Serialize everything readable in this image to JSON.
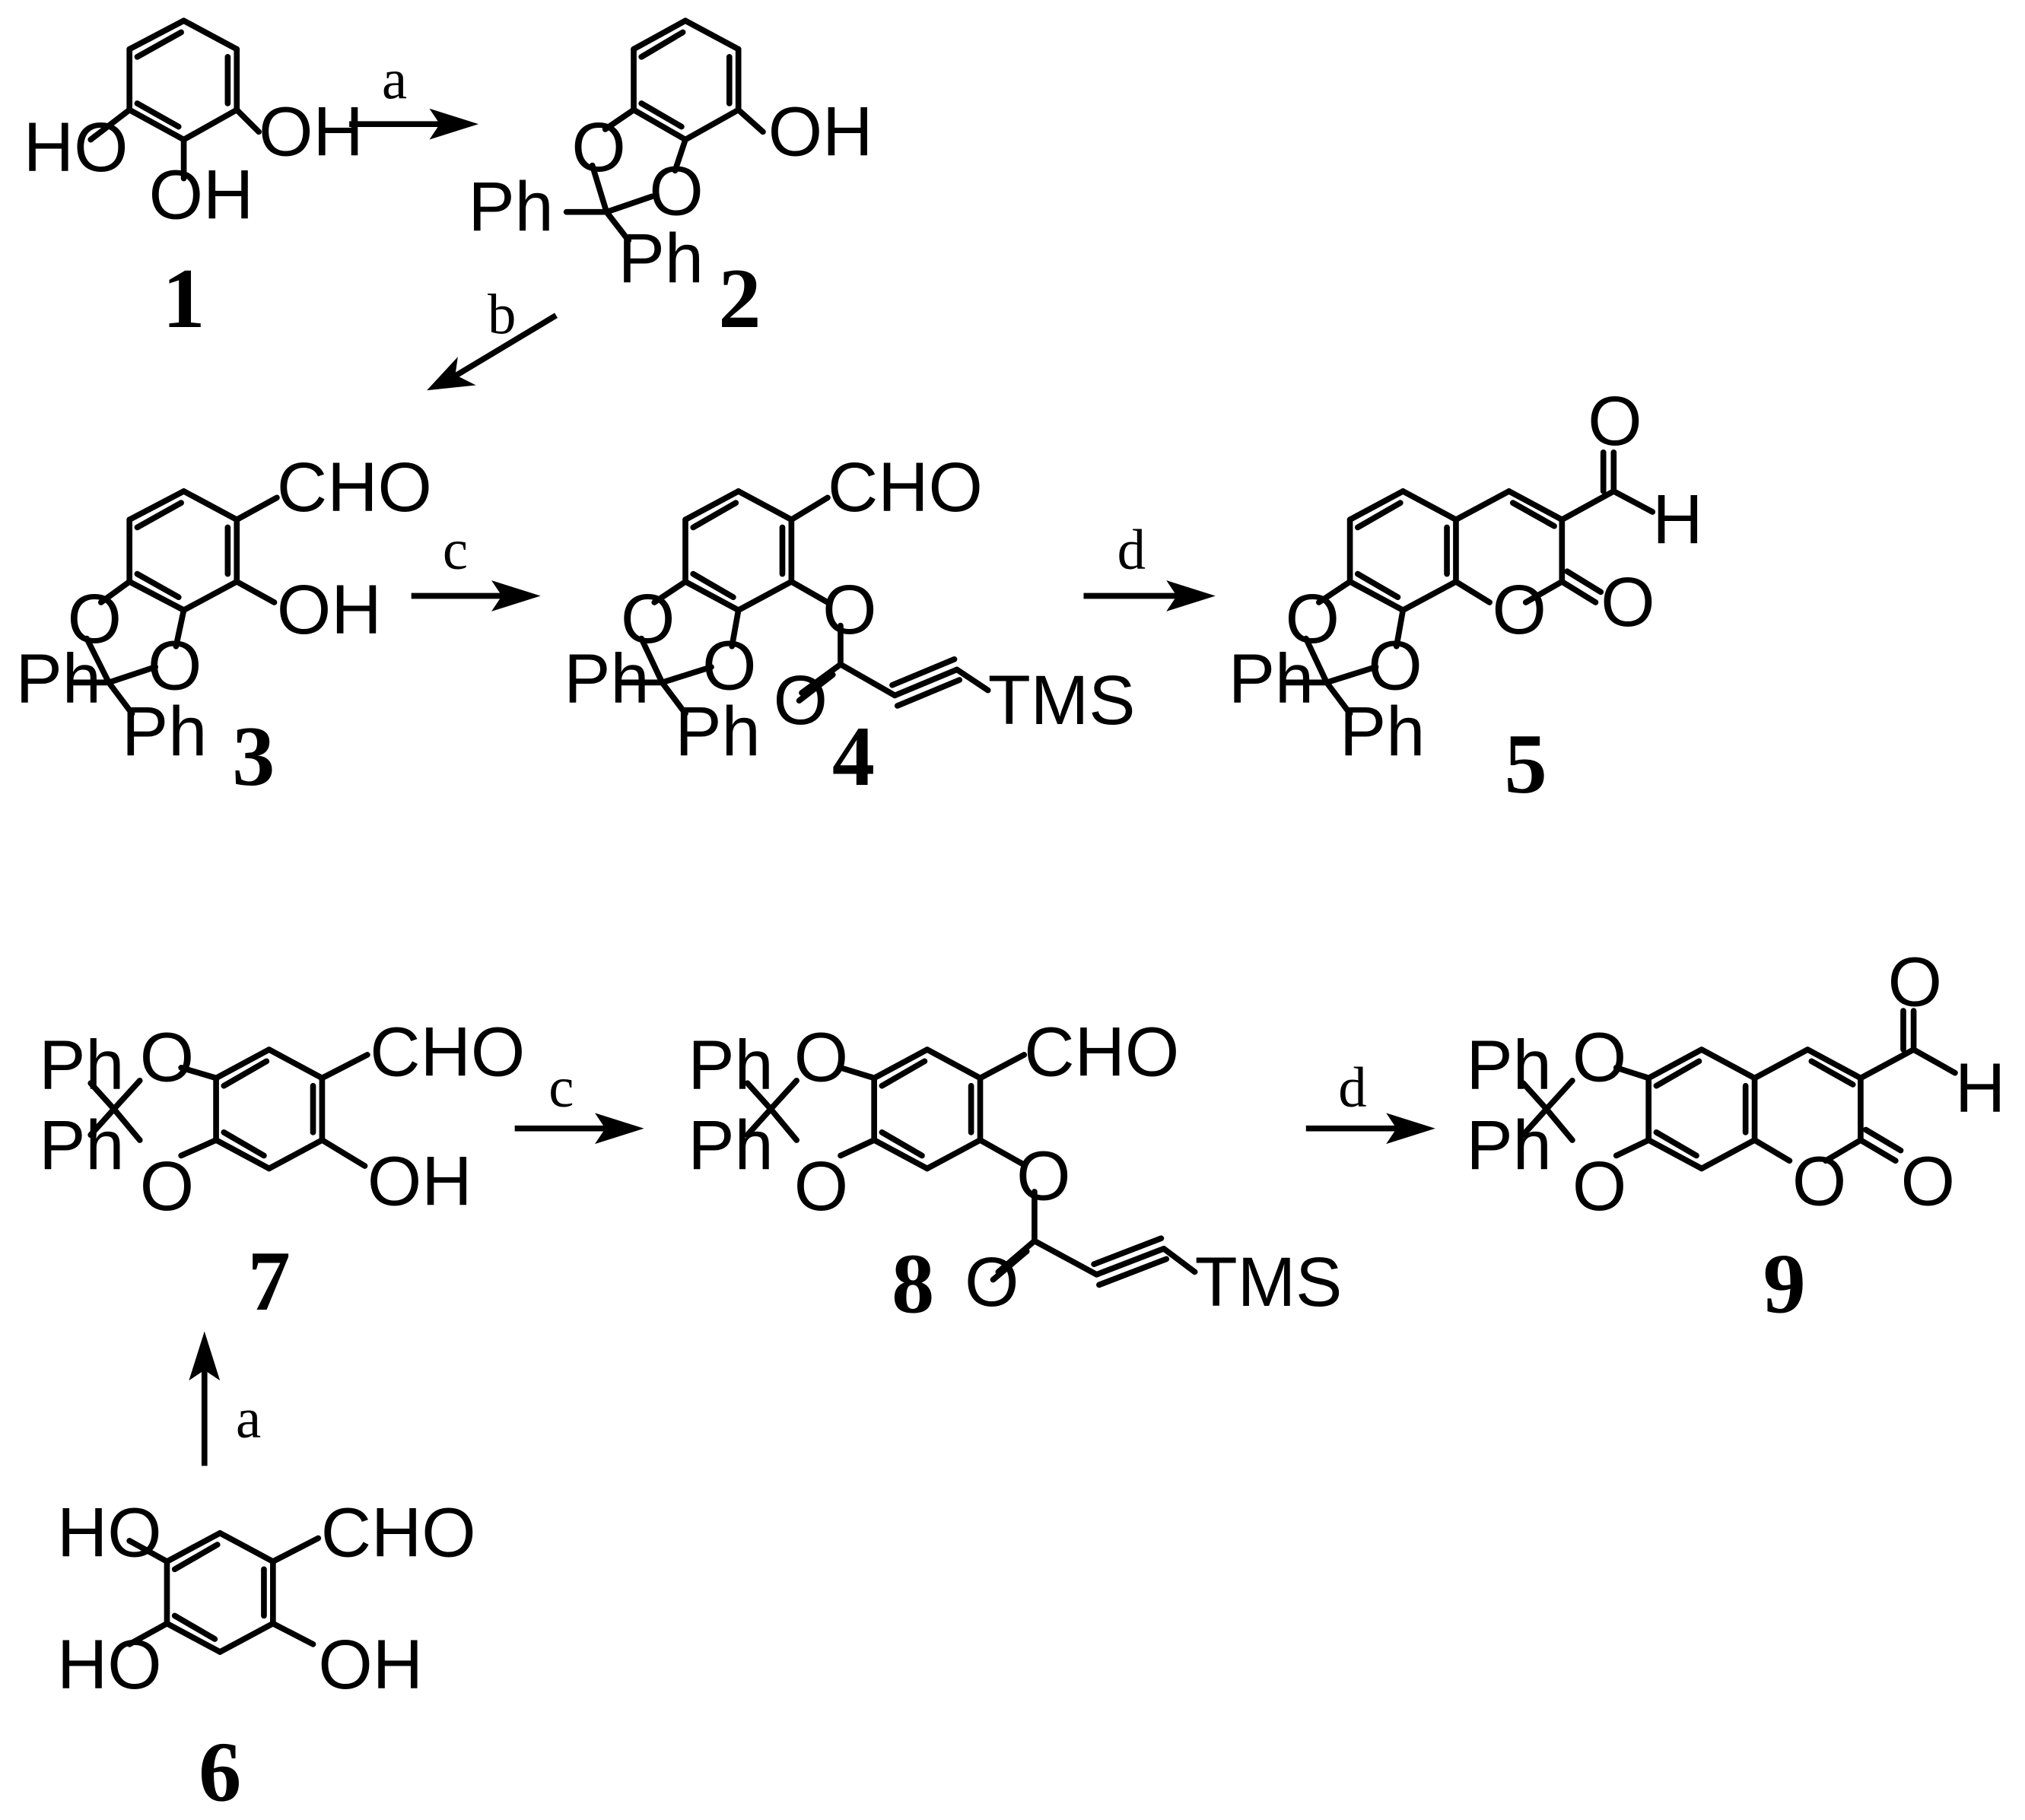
{
  "scheme": {
    "compounds": [
      {
        "id": "1",
        "label": "1",
        "atoms": [
          "HO",
          "OH",
          "OH"
        ]
      },
      {
        "id": "2",
        "label": "2",
        "atoms": [
          "O",
          "O",
          "OH",
          "Ph",
          "Ph"
        ]
      },
      {
        "id": "3",
        "label": "3",
        "atoms": [
          "CHO",
          "OH",
          "O",
          "O",
          "Ph",
          "Ph"
        ]
      },
      {
        "id": "4",
        "label": "4",
        "atoms": [
          "CHO",
          "O",
          "O",
          "O",
          "O",
          "TMS",
          "Ph",
          "Ph"
        ]
      },
      {
        "id": "5",
        "label": "5",
        "atoms": [
          "O",
          "H",
          "O",
          "O",
          "O",
          "O",
          "Ph",
          "Ph"
        ]
      },
      {
        "id": "6",
        "label": "6",
        "atoms": [
          "HO",
          "CHO",
          "HO",
          "OH"
        ]
      },
      {
        "id": "7",
        "label": "7",
        "atoms": [
          "Ph",
          "Ph",
          "O",
          "O",
          "CHO",
          "OH"
        ]
      },
      {
        "id": "8",
        "label": "8",
        "atoms": [
          "Ph",
          "Ph",
          "O",
          "O",
          "CHO",
          "O",
          "O",
          "TMS"
        ]
      },
      {
        "id": "9",
        "label": "9",
        "atoms": [
          "O",
          "H",
          "Ph",
          "Ph",
          "O",
          "O",
          "O",
          "O"
        ]
      }
    ],
    "arrows": [
      {
        "from": "1",
        "to": "2",
        "label": "a"
      },
      {
        "from": "2",
        "to": "3",
        "label": "b"
      },
      {
        "from": "3",
        "to": "4",
        "label": "c"
      },
      {
        "from": "4",
        "to": "5",
        "label": "d"
      },
      {
        "from": "6",
        "to": "7",
        "label": "a"
      },
      {
        "from": "7",
        "to": "8",
        "label": "c"
      },
      {
        "from": "8",
        "to": "9",
        "label": "d"
      }
    ]
  }
}
